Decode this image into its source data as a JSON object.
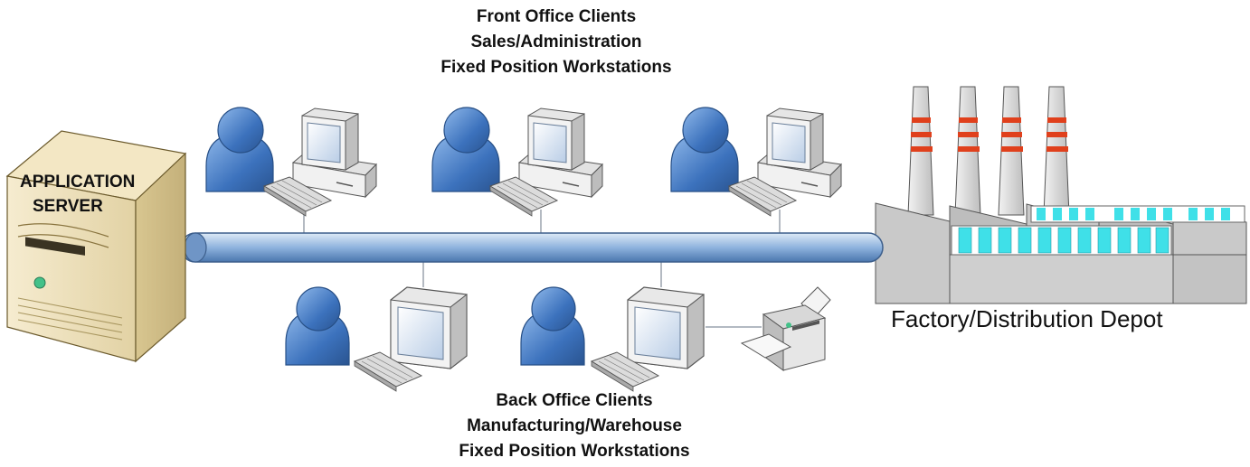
{
  "front_office": {
    "line1": "Front Office Clients",
    "line2": "Sales/Administration",
    "line3": "Fixed Position Workstations"
  },
  "back_office": {
    "line1": "Back Office Clients",
    "line2": "Manufacturing/Warehouse",
    "line3": "Fixed Position Workstations"
  },
  "server": {
    "line1": "APPLICATION",
    "line2": "SERVER"
  },
  "factory": {
    "label": "Factory/Distribution Depot"
  },
  "colors": {
    "person_blue": "#3f78c0",
    "bus_blue": "#9fbde0",
    "server_tan": "#efe1b9",
    "factory_gray": "#c8c8c8",
    "window_cyan": "#3fe0e8",
    "stack_red": "#e0401c"
  },
  "icons": [
    "user-icon",
    "desktop-computer-icon",
    "monitor-icon",
    "keyboard-icon",
    "printer-icon",
    "server-icon",
    "factory-icon"
  ]
}
